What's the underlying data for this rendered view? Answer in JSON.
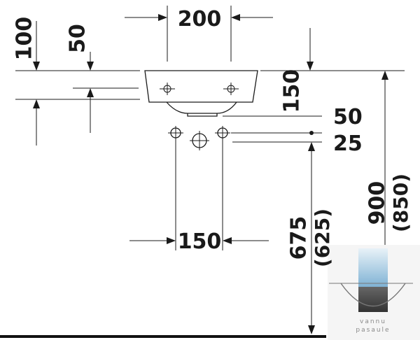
{
  "dimensions": {
    "top_width": "200",
    "left_height": "100",
    "left_depth": "50",
    "right_height": "150",
    "right_offset_a": "50",
    "right_offset_b": "25",
    "bottom_spacing": "150",
    "height_a": "675",
    "height_a_alt": "(625)",
    "height_total": "900",
    "height_total_alt": "(850)"
  },
  "watermark": {
    "line1": "vannu",
    "line2": "pasaule"
  },
  "colors": {
    "ink": "#1a1a1a",
    "watermark_blue": "#9cc4de",
    "watermark_gray": "#555555"
  }
}
